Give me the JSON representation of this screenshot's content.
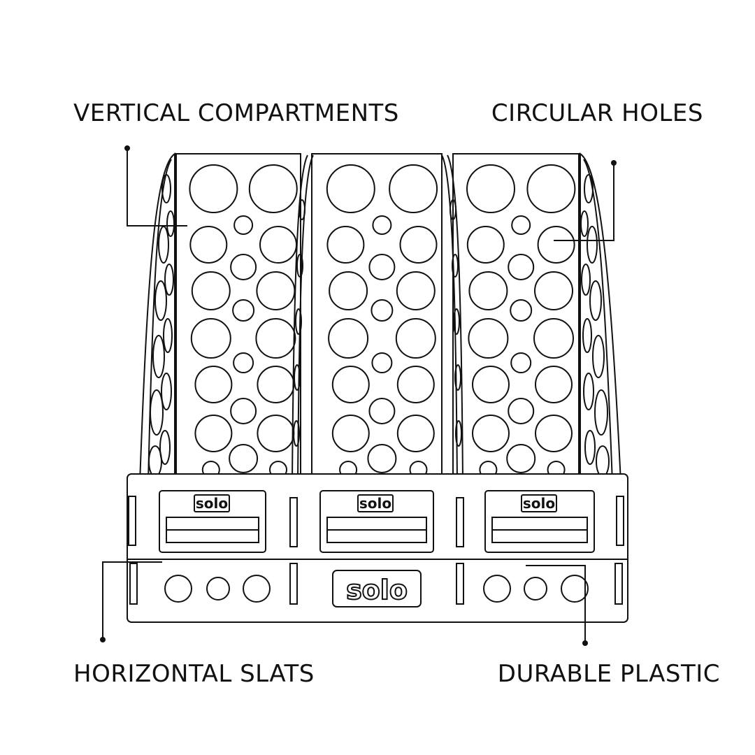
{
  "callouts": {
    "vertical_compartments": "VERTICAL COMPARTMENTS",
    "circular_holes": "CIRCULAR HOLES",
    "horizontal_slats": "HORIZONTAL SLATS",
    "durable_plastic": "DURABLE PLASTIC"
  },
  "product": {
    "badge_label": "solo",
    "logo_text": "solo",
    "compartment_count": 3
  },
  "colors": {
    "line": "#111111",
    "background": "#ffffff"
  }
}
